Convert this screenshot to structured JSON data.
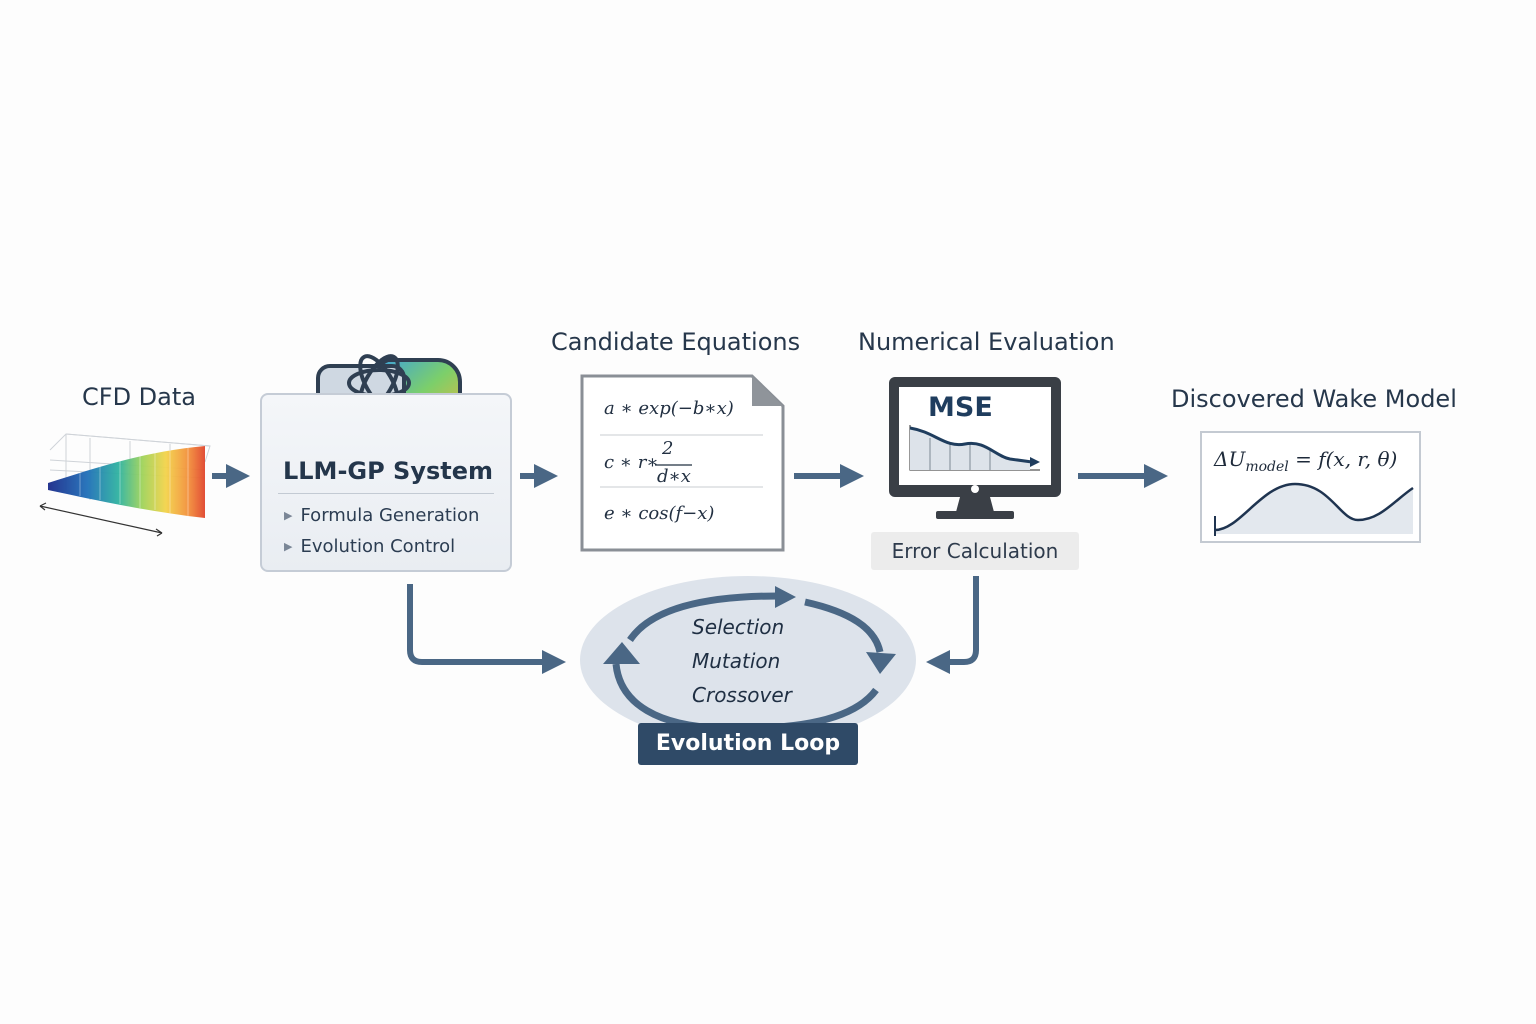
{
  "stages": {
    "cfd_title": "CFD Data",
    "candidate_title": "Candidate Equations",
    "numerical_title": "Numerical Evaluation",
    "discovered_title": "Discovered Wake Model"
  },
  "llm_box": {
    "title": "LLM-GP System",
    "items": [
      "Formula Generation",
      "Evolution Control"
    ]
  },
  "equations": {
    "eq1": "a ∗ exp(−b∗x)",
    "eq2_prefix": "c ∗ r∗",
    "eq2_num": "2",
    "eq2_den": "d∗x",
    "eq3": "e ∗ cos(f−x)"
  },
  "evaluation": {
    "metric": "MSE",
    "caption": "Error Calculation"
  },
  "wake_model": {
    "lhs": "ΔU",
    "sub": "model",
    "rhs": " = f(x, r, θ)"
  },
  "evolution": {
    "steps": [
      "Selection",
      "Mutation",
      "Crossover"
    ],
    "label": "Evolution Loop"
  },
  "colors": {
    "arrow": "#4a6785",
    "dark_box": "#2f4a67",
    "panel_border": "#c5ccd6"
  }
}
